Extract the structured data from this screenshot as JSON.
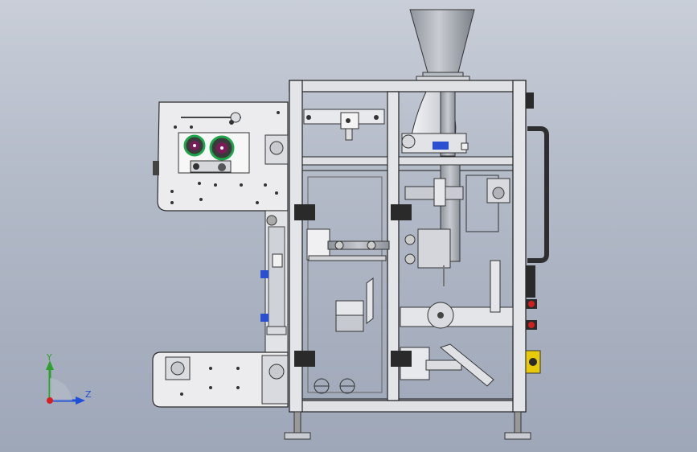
{
  "viewport": {
    "background_top": "#c9ced8",
    "background_bottom": "#9ea7b8"
  },
  "triad": {
    "y_label": "Y",
    "z_label": "Z",
    "y_color": "#2ea02e",
    "z_color": "#1f4fd8",
    "x_color": "#d62020"
  },
  "colors": {
    "frame": "#d9dce2",
    "frame_edge": "#2b2b2b",
    "plate": "#e8e9ec",
    "steel": "#b8bcc4",
    "dark_steel": "#6f747d",
    "black_block": "#2a2a2a",
    "green_ring": "#1fa64a",
    "magenta": "#7a1c5a",
    "red_button": "#d01f1f",
    "yellow_button": "#e8c90a",
    "blue_part": "#2b4fd1"
  },
  "parts": {
    "hopper": "hopper",
    "main_frame": "main-frame",
    "film_unit": "film-unit",
    "sealing_unit": "sealing-unit",
    "handle": "handle",
    "control_panel": "control-panel",
    "feet": "leveling-feet"
  }
}
